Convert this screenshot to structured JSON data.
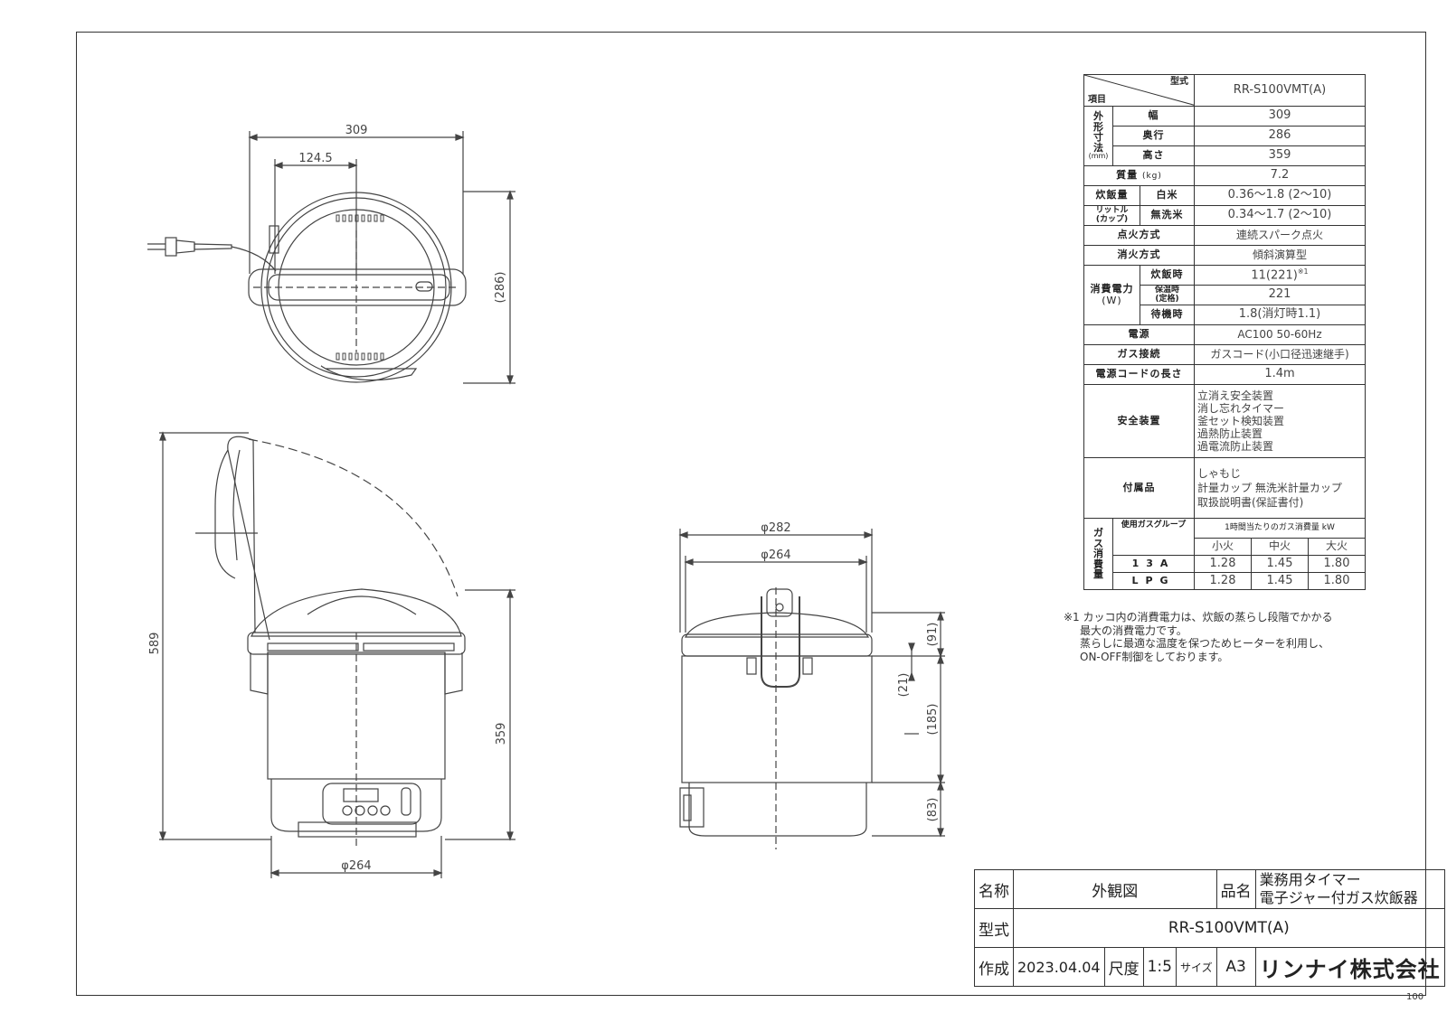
{
  "drawing": {
    "dims": {
      "top_width": "309",
      "top_offset": "124.5",
      "top_depth": "(286)",
      "front_height_total": "589",
      "front_height_body": "359",
      "front_bottom_dia": "φ264",
      "side_outer_dia": "φ282",
      "side_inner_dia": "φ264",
      "side_dim_91": "(91)",
      "side_dim_21": "(21)",
      "side_dim_185": "(185)",
      "side_dim_83": "(83)"
    }
  },
  "spec": {
    "header_type": "型式",
    "header_item": "項目",
    "model": "RR-S100VMT(A)",
    "outer_dim_label": [
      "外",
      "形",
      "寸",
      "法"
    ],
    "outer_dim_unit": "(mm)",
    "width_label": "幅",
    "width": "309",
    "depth_label": "奥行",
    "depth": "286",
    "height_label": "高さ",
    "height": "359",
    "mass_label": "質量",
    "mass_unit": "(kg)",
    "mass": "7.2",
    "capacity_label": "炊飯量",
    "capacity_unit_label": "リットル\n(カップ)",
    "white_rice_label": "白米",
    "white_rice": "0.36～1.8 (2～10)",
    "musenmai_label": "無洗米",
    "musenmai": "0.34～1.7 (2～10)",
    "ignition_label": "点火方式",
    "ignition": "連続スパーク点火",
    "extinguish_label": "消火方式",
    "extinguish": "傾斜演算型",
    "power_label": "消費電力",
    "power_unit": "(W)",
    "cooking_label": "炊飯時",
    "cooking_power": "11(221)",
    "cooking_note_mark": "※1",
    "keepwarm_label": "保温時\n(定格)",
    "keepwarm_power": "221",
    "standby_label": "待機時",
    "standby_power": "1.8(消灯時1.1)",
    "source_label": "電源",
    "source": "AC100 50-60Hz",
    "gas_conn_label": "ガス接続",
    "gas_conn": "ガスコード(小口径迅速継手)",
    "cord_label": "電源コードの長さ",
    "cord": "1.4m",
    "safety_label": "安全装置",
    "safety": [
      "立消え安全装置",
      "消し忘れタイマー",
      "釜セット検知装置",
      "過熱防止装置",
      "過電流防止装置"
    ],
    "accessories_label": "付属品",
    "accessories": [
      "しゃもじ",
      "計量カップ 無洗米計量カップ",
      "取扱説明書(保証書付)"
    ],
    "gas_cons_label": [
      "ガ",
      "ス",
      "消",
      "費",
      "量"
    ],
    "gas_group_label": "使用ガスグループ",
    "gas_hourly_label": "1時間当たりのガス消費量 kW",
    "fire_small": "小火",
    "fire_mid": "中火",
    "fire_large": "大火",
    "gas_13a": "13A",
    "gas_13a_vals": [
      "1.28",
      "1.45",
      "1.80"
    ],
    "gas_lpg": "LPG",
    "gas_lpg_vals": [
      "1.28",
      "1.45",
      "1.80"
    ]
  },
  "notes": {
    "mark": "※1",
    "line1": "カッコ内の消費電力は、炊飯の蒸らし段階でかかる",
    "line2": "最大の消費電力です。",
    "line3": "蒸らしに最適な温度を保つためヒーターを利用し、",
    "line4": "ON-OFF制御をしております。"
  },
  "titleblock": {
    "name_label": "名称",
    "name": "外観図",
    "product_label": "品名",
    "product_line1": "業務用タイマー",
    "product_line2": "電子ジャー付ガス炊飯器",
    "type_label": "型式",
    "type": "RR-S100VMT(A)",
    "created_label": "作成",
    "created": "2023.04.04",
    "scale_label": "尺度",
    "scale": "1:5",
    "size_label": "サイズ",
    "size": "A3",
    "company": "リンナイ株式会社"
  },
  "corner_number": "100"
}
